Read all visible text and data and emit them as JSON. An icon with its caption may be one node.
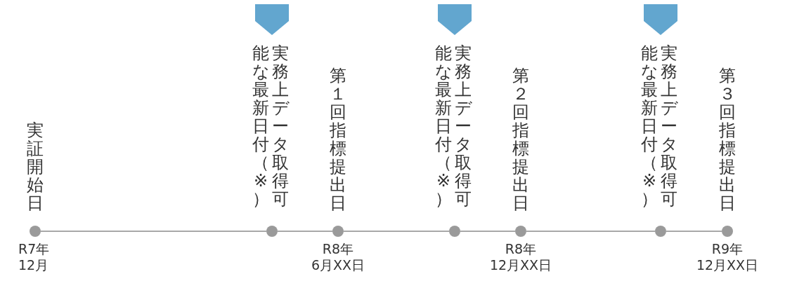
{
  "diagram": {
    "nodes": [
      {
        "text": [],
        "shape": "circle",
        "beside": [
          "実証開始日",
          "R7年 12月"
        ]
      },
      {
        "text": [],
        "shape": "circle",
        "beside": [
          "実務上データ取得可能な最新日付（※）"
        ]
      },
      {
        "text": [],
        "shape": "circle",
        "beside": [
          "第１回指標提出日",
          "R8年 6月XX日"
        ]
      },
      {
        "text": [],
        "shape": "circle",
        "beside": [
          "実務上データ取得可能な最新日付（※）"
        ]
      },
      {
        "text": [],
        "shape": "circle",
        "beside": [
          "第２回指標提出日",
          "R8年 12月XX日"
        ]
      },
      {
        "text": [],
        "shape": "circle",
        "beside": [
          "実務上データ取得可能な最新日付（※）"
        ]
      },
      {
        "text": [],
        "shape": "circle",
        "beside": [
          "第３回指標提出日",
          "R9年 12月XX日"
        ]
      }
    ],
    "edges": [
      {
        "from": 0,
        "to": 1,
        "arrow": "none"
      },
      {
        "from": 1,
        "to": 2,
        "arrow": "none"
      },
      {
        "from": 2,
        "to": 3,
        "arrow": "none"
      },
      {
        "from": 3,
        "to": 4,
        "arrow": "none"
      },
      {
        "from": 4,
        "to": 5,
        "arrow": "none"
      },
      {
        "from": 5,
        "to": 6,
        "arrow": "none"
      }
    ]
  }
}
